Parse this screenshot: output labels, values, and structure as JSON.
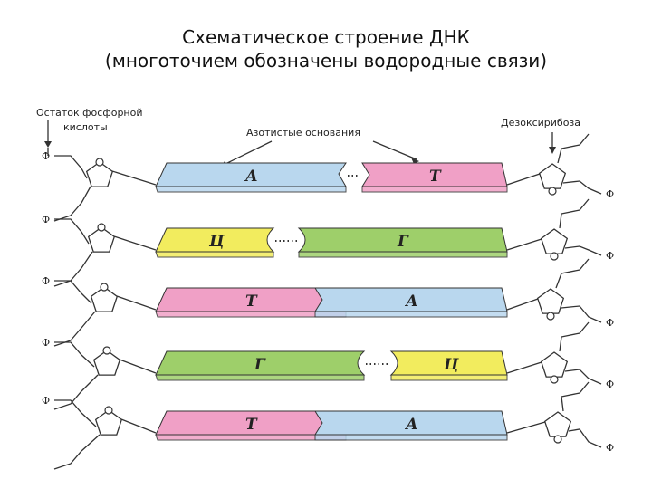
{
  "title": {
    "line1": "Схематическое строение ДНК",
    "line2": "(многоточием обозначены водородные связи)"
  },
  "labels": {
    "phosphate_line1": "Остаток фосфорной",
    "phosphate_line2": "кислоты",
    "bases": "Азотистые основания",
    "sugar": "Дезоксирибоза",
    "phosphate_symbol": "Ф"
  },
  "colors": {
    "A": "#b9d7ee",
    "T": "#f0a0c6",
    "Ц": "#f2ec5e",
    "Г": "#9ecf6a"
  },
  "pairs": [
    {
      "left": "А",
      "right": "Т"
    },
    {
      "left": "Ц",
      "right": "Г"
    },
    {
      "left": "Т",
      "right": "А"
    },
    {
      "left": "Г",
      "right": "Ц"
    },
    {
      "left": "Т",
      "right": "А"
    }
  ]
}
